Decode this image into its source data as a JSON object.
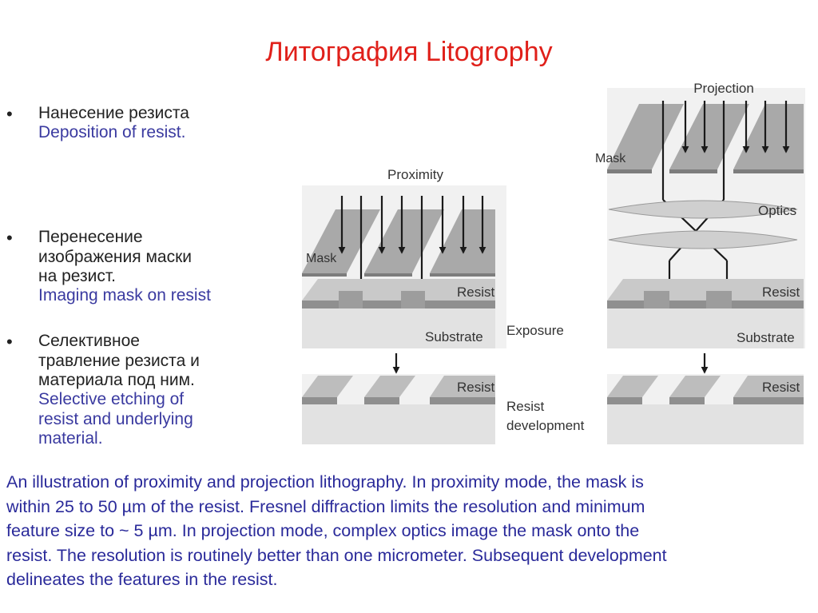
{
  "title": "Литография Litogrophy",
  "bullets": [
    {
      "marker": "•",
      "ru": "Нанесение резиста",
      "en": "Deposition of resist."
    },
    {
      "marker": "•",
      "ru": "Перенесение\nизображения маски\nна резист.",
      "en": "Imaging mask on resist"
    },
    {
      "marker": "•",
      "ru": "Селективное\nтравление резиста и\nматериала под ним.",
      "en": "Selective etching of\nresist and underlying\nmaterial."
    }
  ],
  "diagram": {
    "proximity": "Proximity",
    "projection": "Projection",
    "mask": "Mask",
    "optics": "Optics",
    "resist": "Resist",
    "substrate": "Substrate",
    "exposure": "Exposure",
    "resist_development_1": "Resist",
    "resist_development_2": "development"
  },
  "caption": "An illustration of proximity and projection lithography. In proximity mode, the mask is\nwithin 25 to 50 µm of the resist. Fresnel diffraction limits the resolution and minimum\nfeature size to ~ 5 µm. In projection mode, complex optics image the mask onto the\nresist. The resolution is routinely better than one micrometer. Subsequent development\ndelineates the features in the resist."
}
